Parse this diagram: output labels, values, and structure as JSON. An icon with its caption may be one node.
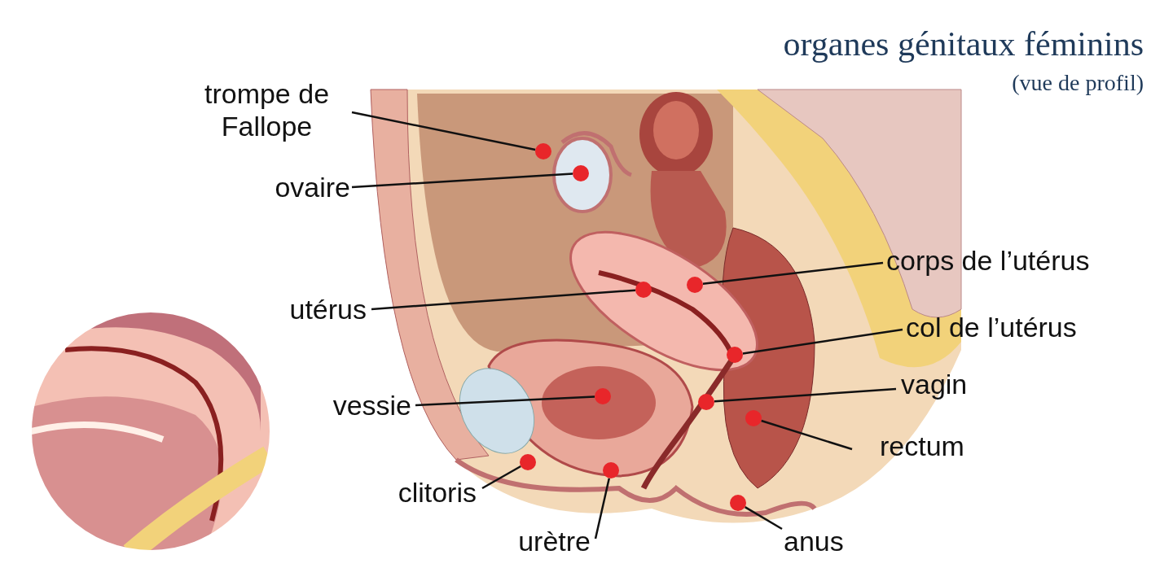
{
  "diagram": {
    "title": "organes génitaux féminins",
    "nodes": [
      {
        "text": [
          "trompe de Fallope"
        ]
      },
      {
        "text": [
          "ovaire"
        ]
      },
      {
        "text": [
          "corps de l’utérus"
        ]
      },
      {
        "text": [
          "utérus"
        ]
      },
      {
        "text": [
          "col de l’utérus"
        ]
      },
      {
        "text": [
          "vagin"
        ]
      },
      {
        "text": [
          "vessie"
        ]
      },
      {
        "text": [
          "rectum"
        ]
      },
      {
        "text": [
          "clitoris"
        ]
      },
      {
        "text": [
          "urètre"
        ]
      },
      {
        "text": [
          "anus"
        ]
      },
      {
        "text": [],
        "shape": "circle"
      },
      {
        "text": [],
        "shape": "circle"
      },
      {
        "text": [],
        "shape": "circle"
      },
      {
        "text": [],
        "shape": "circle"
      },
      {
        "text": [],
        "shape": "circle"
      },
      {
        "text": [],
        "shape": "circle"
      },
      {
        "text": [],
        "shape": "circle"
      },
      {
        "text": [],
        "shape": "circle"
      },
      {
        "text": [],
        "shape": "circle"
      },
      {
        "text": [],
        "shape": "circle"
      },
      {
        "text": [],
        "shape": "circle"
      }
    ],
    "edges": [
      {
        "from": 0,
        "to": 11,
        "arrow": "none"
      },
      {
        "from": 1,
        "to": 12,
        "arrow": "none"
      },
      {
        "from": 2,
        "to": 13,
        "arrow": "none"
      },
      {
        "from": 3,
        "to": 14,
        "arrow": "none"
      },
      {
        "from": 4,
        "to": 15,
        "arrow": "none"
      },
      {
        "from": 5,
        "to": 16,
        "arrow": "none"
      },
      {
        "from": 6,
        "to": 17,
        "arrow": "none"
      },
      {
        "from": 7,
        "to": 18,
        "arrow": "none"
      },
      {
        "from": 8,
        "to": 19,
        "arrow": "none"
      },
      {
        "from": 9,
        "to": 20,
        "arrow": "none"
      },
      {
        "from": 10,
        "to": 21,
        "arrow": "none"
      }
    ],
    "labels": [
      "(vue de profil)"
    ]
  }
}
